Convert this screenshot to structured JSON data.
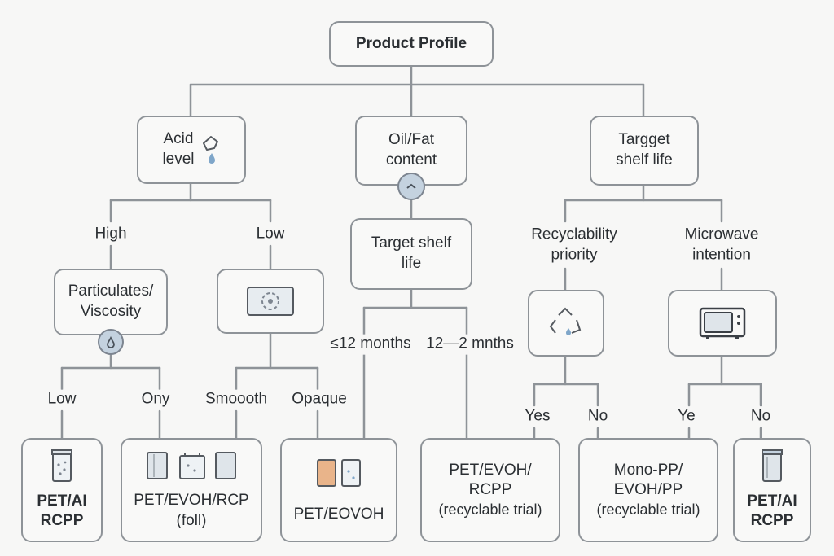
{
  "root": {
    "label": "Product Profile"
  },
  "level1": {
    "acid": {
      "line1": "Acid",
      "line2": "level"
    },
    "oil": {
      "line1": "Oil/Fat",
      "line2": "content"
    },
    "shelf": {
      "line1": "Targget",
      "line2": "shelf life"
    }
  },
  "branches": {
    "high": "High",
    "low": "Low",
    "target_shelf": {
      "line1": "Target shelf",
      "line2": "life"
    },
    "recyclability": {
      "line1": "Recyclability",
      "line2": "priority"
    },
    "microwave": {
      "line1": "Microwave",
      "line2": "intention"
    }
  },
  "particulates": {
    "line1": "Particulates/",
    "line2": "Viscosity"
  },
  "edges": {
    "low2": "Low",
    "ony": "Ony",
    "smooth": "Smoooth",
    "opaque": "Opaque",
    "le12": "≤12 months",
    "m12": "12—2 mnths",
    "yes": "Yes",
    "no": "No",
    "ye": "Ye",
    "no2": "No"
  },
  "leaves": {
    "l1": {
      "line1": "PET/AI",
      "line2": "RCPP"
    },
    "l2": {
      "line1": "PET/EVOH/RCP",
      "line2": "(foll)"
    },
    "l3": {
      "line1": "PET/EOVOH"
    },
    "l4": {
      "line1": "PET/EVOH/",
      "line2": "RCPP",
      "line3": "(recyclable trial)"
    },
    "l5": {
      "line1": "Mono-PP/",
      "line2": "EVOH/PP",
      "line3": "(recyclable trial)"
    },
    "l6": {
      "line1": "PET/AI",
      "line2": "RCPP"
    }
  },
  "colors": {
    "line": "#8e9398",
    "accent": "#c4d2df",
    "drop": "#7fa6c9",
    "orange": "#e9b48a"
  }
}
